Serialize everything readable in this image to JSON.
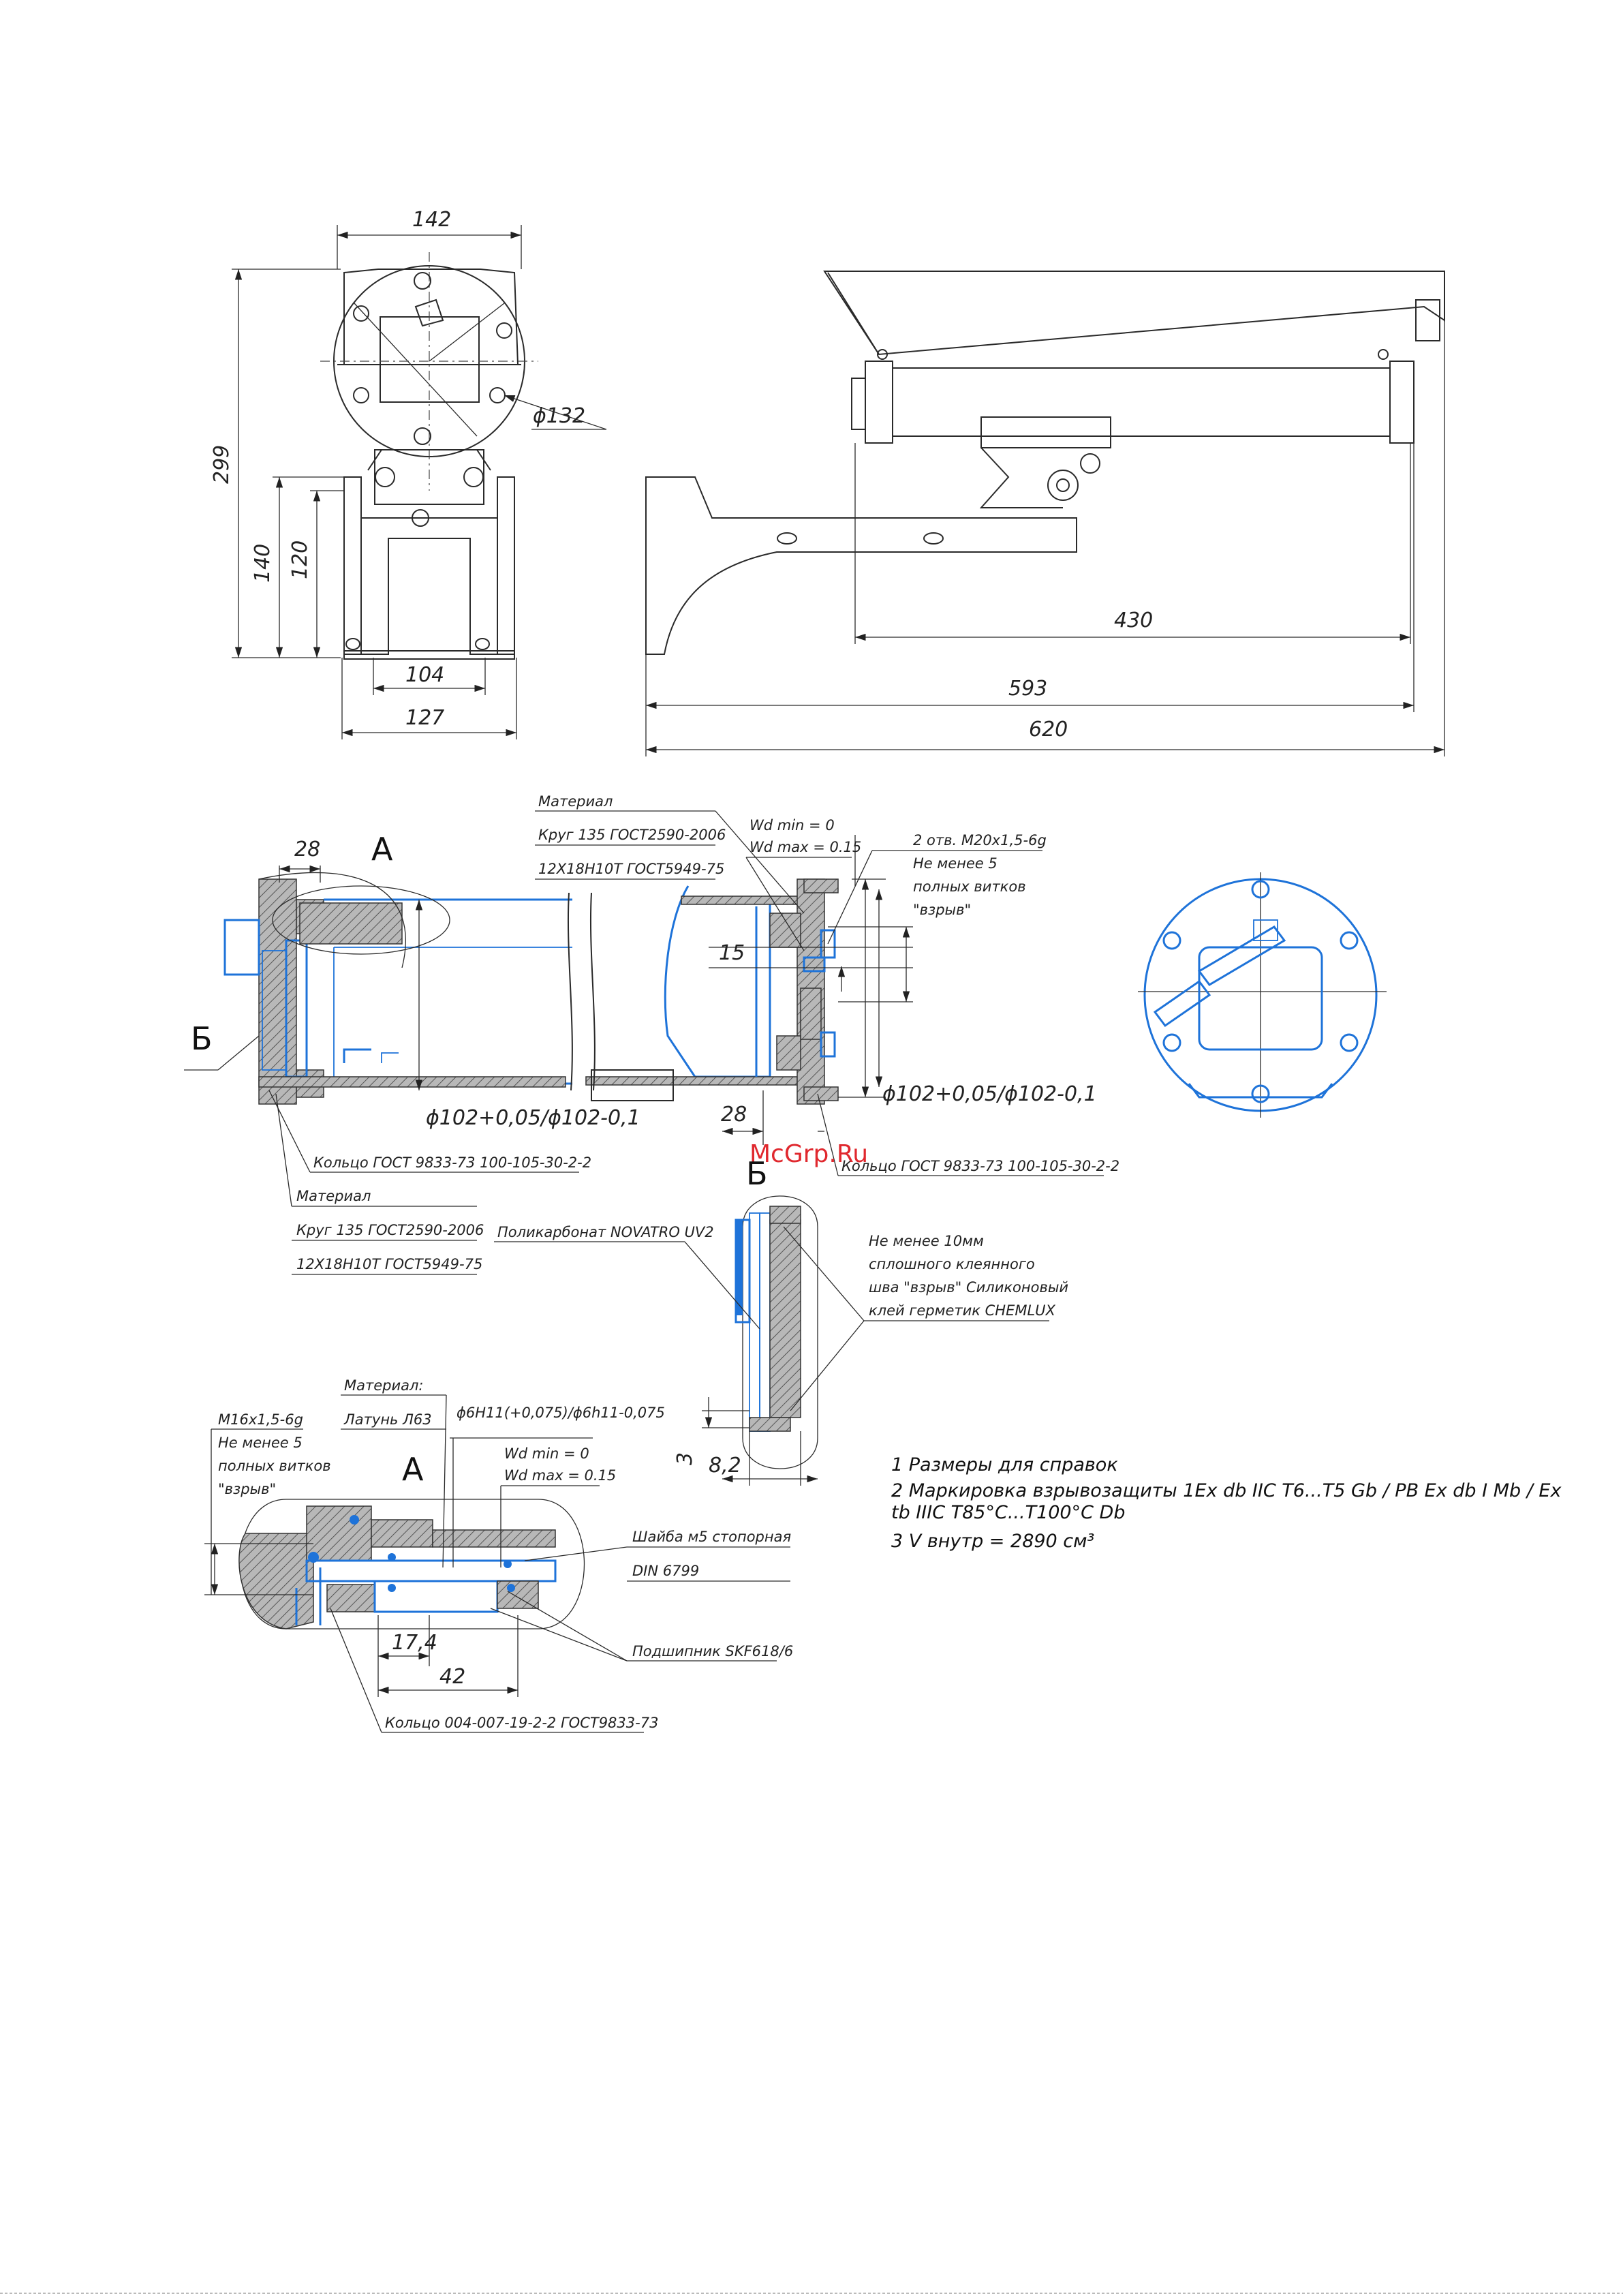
{
  "dimensions": {
    "d142": "142",
    "d299": "299",
    "d140": "140",
    "d120": "120",
    "d104": "104",
    "d127": "127",
    "d132": "ϕ132",
    "d430": "430",
    "d593": "593",
    "d620": "620",
    "d28a": "28",
    "d28b": "28",
    "d15": "15",
    "d102a": "ϕ102+0,05/ϕ102-0,1",
    "d102b": "ϕ102+0,05/ϕ102-0,1",
    "d3": "3",
    "d82": "8,2",
    "d174": "17,4",
    "d42": "42",
    "d6h11": "ϕ6H11(+0,075)/ϕ6h11-0,075"
  },
  "section_marks": {
    "a_top": "А",
    "b_left": "Б",
    "b_detail": "Б",
    "a_detail": "А"
  },
  "notes": {
    "material1_label": "Материал",
    "material1_l1": "Круг 135 ГОСТ2590-2006",
    "material1_l2": "12Х18Н10Т ГОСТ5949-75",
    "wd_min1": "Wd min = 0",
    "wd_max1": "Wd max = 0.15",
    "thread1_l1": "2 отв. М20х1,5-6g",
    "thread1_l2": "Не менее 5",
    "thread1_l3": "полных витков",
    "thread1_l4": "\"взрыв\"",
    "ring_left": "Кольцо ГОСТ 9833-73 100-105-30-2-2",
    "ring_right": "Кольцо ГОСТ 9833-73 100-105-30-2-2",
    "material2_label": "Материал",
    "material2_l1": "Круг 135 ГОСТ2590-2006",
    "material2_l2": "12Х18Н10Т ГОСТ5949-75",
    "polycarbonate": "Поликарбонат NOVATRO UV2",
    "glue_l1": "Не менее 10мм",
    "glue_l2": "сплошного клеянного",
    "glue_l3": "шва \"взрыв\" Силиконовый",
    "glue_l4": "клей герметик CHEMLUX",
    "material3_label": "Материал:",
    "material3_l1": "Латунь Л63",
    "thread2_l1": "М16х1,5-6g",
    "thread2_l2": "Не менее 5",
    "thread2_l3": "полных витков",
    "thread2_l4": "\"взрыв\"",
    "wd_min2": "Wd min = 0",
    "wd_max2": "Wd max = 0.15",
    "washer": "Шайба м5 стопорная",
    "din": "DIN 6799",
    "bearing": "Подшипник SKF618/6",
    "ring_small": "Кольцо 004-007-19-2-2 ГОСТ9833-73"
  },
  "footnotes": {
    "n1": "1 Размеры для справок",
    "n2a": "2 Маркировка взрывозащиты 1Ex db IIC T6...T5 Gb / PB Ex db I Mb / Ex",
    "n2b": "tb IIIC T85°C...T100°C Db",
    "n3": "3 V внутр = 2890 см³"
  },
  "watermark": "McGrp.Ru",
  "colors": {
    "line": "#2a2a2a",
    "section_blue": "#1e73d9",
    "watermark": "#e0282e"
  }
}
